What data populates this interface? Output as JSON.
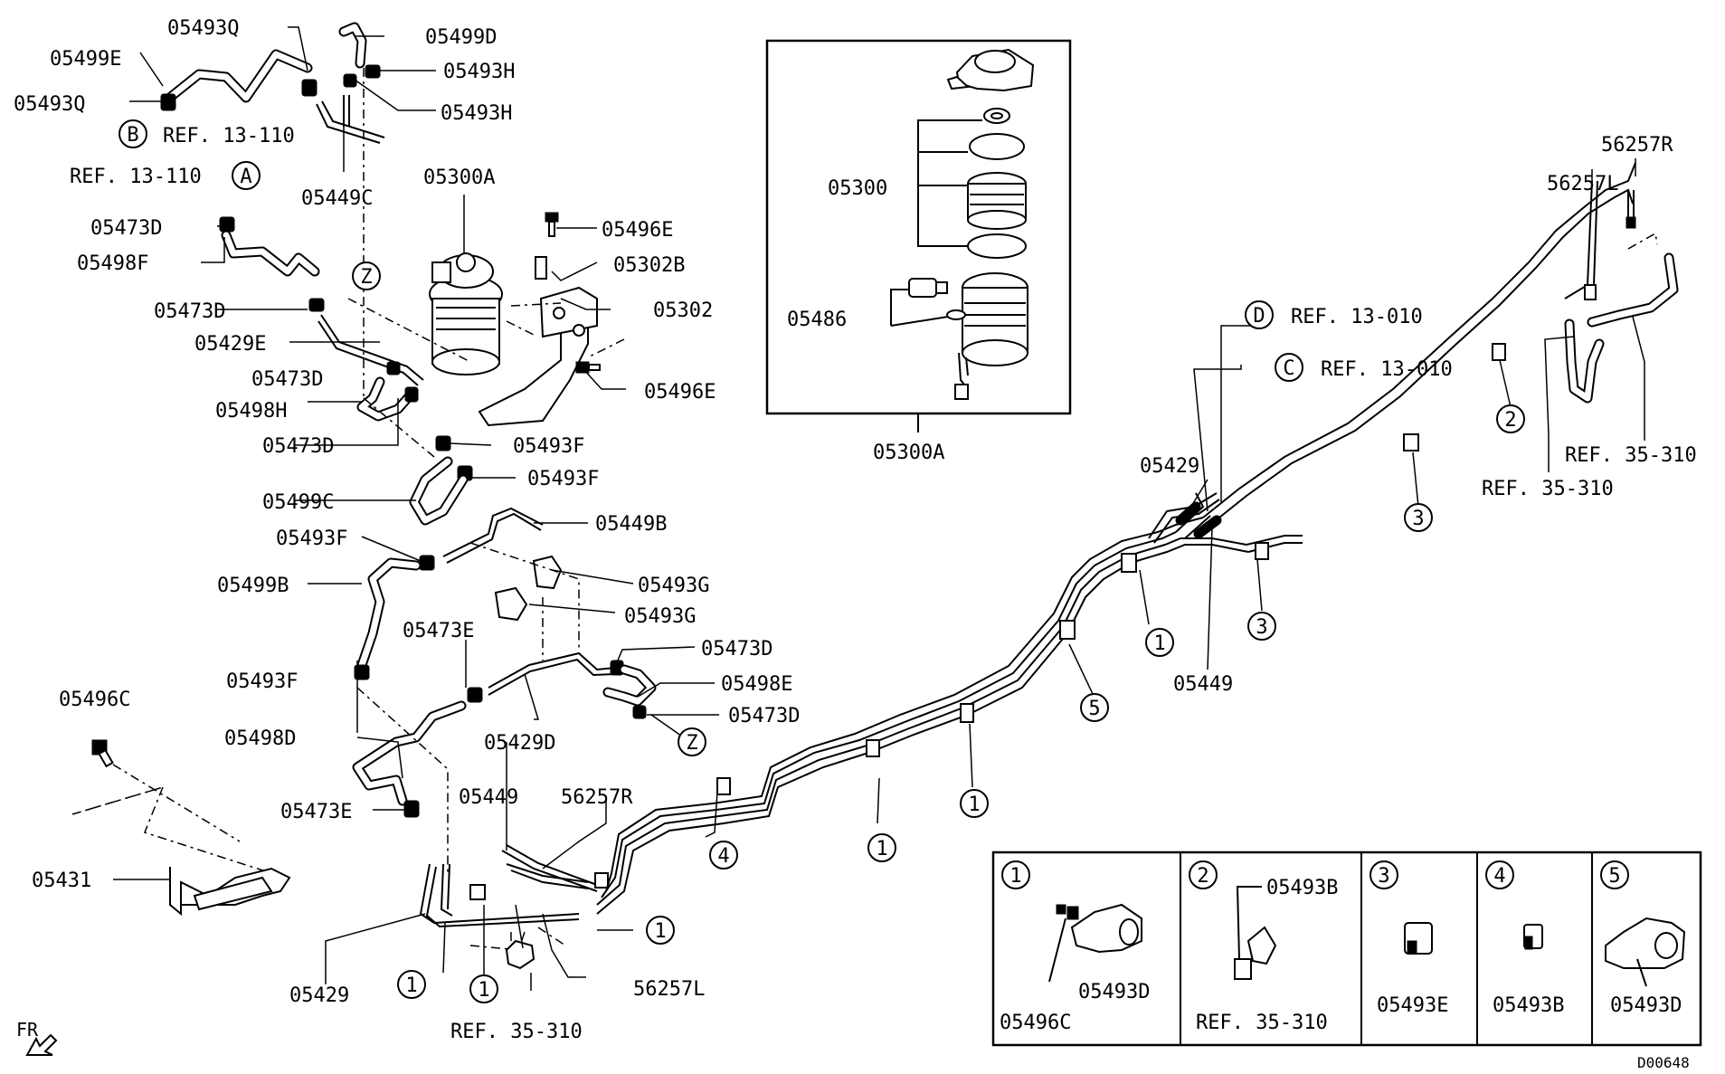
{
  "diagram": {
    "code": "D00648",
    "direction_label": "FR",
    "parts": {
      "p05493Q_top": "05493Q",
      "p05499D": "05499D",
      "p05499E": "05499E",
      "p05493H_a": "05493H",
      "p05493Q_left": "05493Q",
      "p05493H_b": "05493H",
      "refB": "REF. 13-110",
      "refA": "REF. 13-110",
      "p05449C": "05449C",
      "p05300A_top": "05300A",
      "p05473D_a": "05473D",
      "p05496E_a": "05496E",
      "p05498F": "05498F",
      "p05302B": "05302B",
      "p05473D_b": "05473D",
      "p05302": "05302",
      "p05429E": "05429E",
      "p05473D_c": "05473D",
      "p05496E_b": "05496E",
      "p05498H": "05498H",
      "p05473D_d": "05473D",
      "p05493F_a": "05493F",
      "p05493F_b": "05493F",
      "p05499C": "05499C",
      "p05449B": "05449B",
      "p05493F_c": "05493F",
      "p05493G_a": "05493G",
      "p05499B": "05499B",
      "p05493G_b": "05493G",
      "p05473E_a": "05473E",
      "p05473D_e": "05473D",
      "p05493F_d": "05493F",
      "p05498E": "05498E",
      "p05496C": "05496C",
      "p05473D_f": "05473D",
      "p05498D": "05498D",
      "p05429D": "05429D",
      "p05449_a": "05449",
      "p56257R_a": "56257R",
      "p05473E_b": "05473E",
      "p05431": "05431",
      "p05429_a": "05429",
      "p56257L_a": "56257L",
      "ref35_a": "REF. 35-310",
      "p05300": "05300",
      "p05486": "05486",
      "p05300A_box": "05300A",
      "refD": "REF. 13-010",
      "refC": "REF. 13-010",
      "p05429_b": "05429",
      "p05449_b": "05449",
      "p56257R_b": "56257R",
      "p56257L_b": "56257L",
      "ref35_b": "REF. 35-310",
      "ref35_c": "REF. 35-310"
    },
    "callouts": {
      "A": "A",
      "B": "B",
      "C": "C",
      "D": "D",
      "Z": "Z",
      "n1": "1",
      "n2": "2",
      "n3": "3",
      "n4": "4",
      "n5": "5"
    },
    "inset": {
      "c1": {
        "num": "1",
        "a": "05496C",
        "b": "05493D"
      },
      "c2": {
        "num": "2",
        "a": "05493B",
        "b": "REF. 35-310"
      },
      "c3": {
        "num": "3",
        "a": "05493E"
      },
      "c4": {
        "num": "4",
        "a": "05493B"
      },
      "c5": {
        "num": "5",
        "a": "05493D"
      }
    }
  }
}
